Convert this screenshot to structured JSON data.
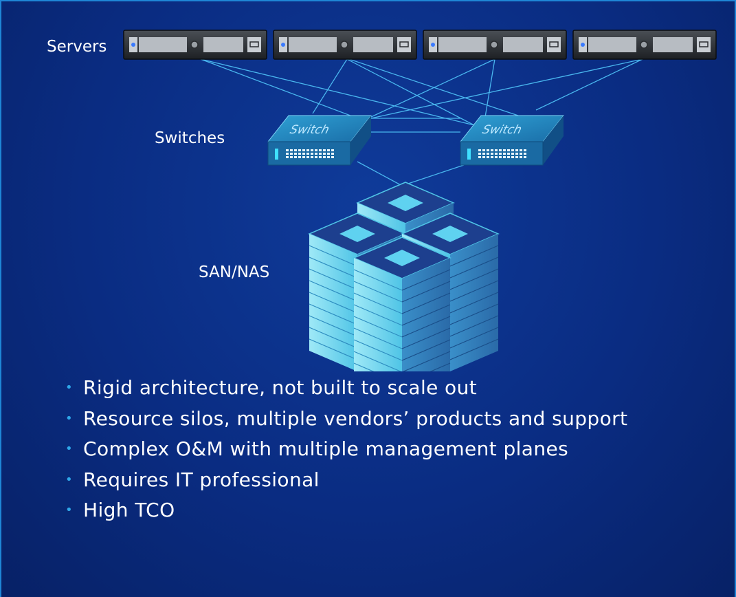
{
  "diagram": {
    "labels": {
      "servers": "Servers",
      "switches": "Switches",
      "storage": "SAN/NAS"
    },
    "switch_text": "Switch",
    "server_count": 4,
    "switch_count": 2
  },
  "bullets": [
    "Rigid architecture, not built to scale out",
    "Resource silos, multiple vendors’ products and support",
    "Complex O&M with multiple management planes",
    "Requires IT professional",
    "High TCO"
  ],
  "colors": {
    "background": "#0a2c82",
    "frame": "#1f86d6",
    "bullet_dot": "#2fa8ea",
    "link_line": "#49b6ee",
    "switch_body": "#1c7fb6",
    "storage_face": "#6fd6ee"
  }
}
